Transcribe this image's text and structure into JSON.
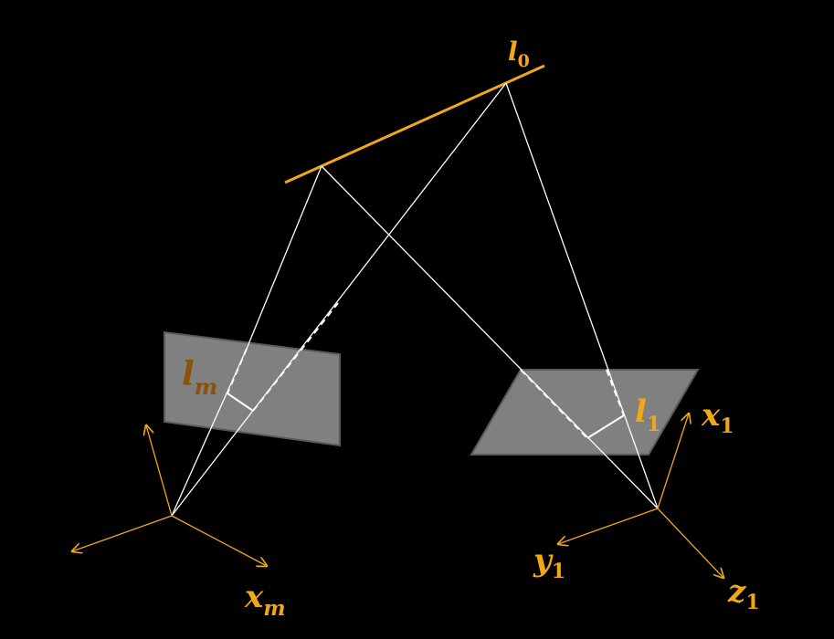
{
  "colors": {
    "background": "#000000",
    "line": "#ffffff",
    "axis": "#f0a818",
    "plane": "#808080",
    "plane_edge": "#5a5a5a",
    "label_primary": "#f0a818",
    "label_lm": "#8a5208"
  },
  "labels": {
    "l0": {
      "base": "l",
      "sub": "0"
    },
    "lm": {
      "base": "l",
      "sub": "m"
    },
    "l1": {
      "base": "l",
      "sub": "1"
    },
    "xm": {
      "base": "x",
      "sub": "m"
    },
    "x1": {
      "base": "x",
      "sub": "1"
    },
    "y1": {
      "base": "y",
      "sub": "1"
    },
    "z1": {
      "base": "z",
      "sub": "1"
    }
  }
}
